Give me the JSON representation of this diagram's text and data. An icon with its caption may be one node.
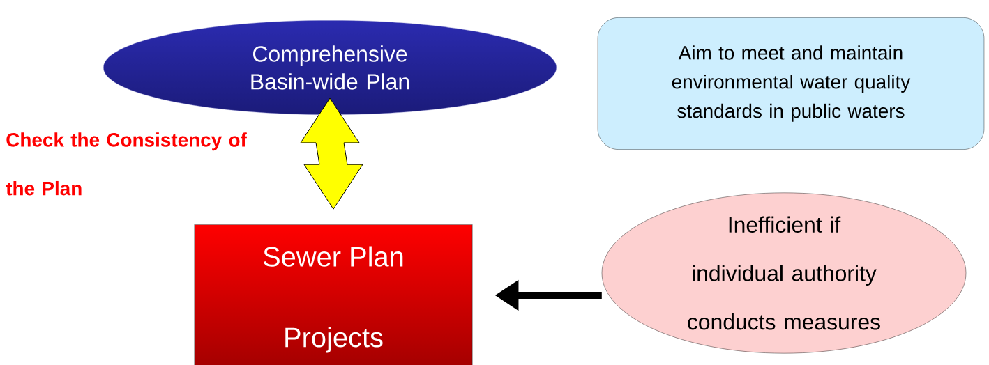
{
  "diagram": {
    "nodes": [
      {
        "text": [
          "Comprehensive Basin-wide Plan"
        ]
      },
      {
        "text": [
          "Sewer Plan",
          "Projects"
        ]
      },
      {
        "text": [
          "Aim to meet and maintain environmental water quality standards in public waters"
        ]
      },
      {
        "text": [
          "Inefficient if individual authority conducts measures"
        ]
      }
    ],
    "edges": [
      {
        "from": 0,
        "to": 1,
        "arrow": "both",
        "color": "#ffff00"
      },
      {
        "from": 3,
        "to": 1,
        "arrow": "to"
      }
    ],
    "labels": [
      "Check the Consistency of the Plan"
    ]
  }
}
